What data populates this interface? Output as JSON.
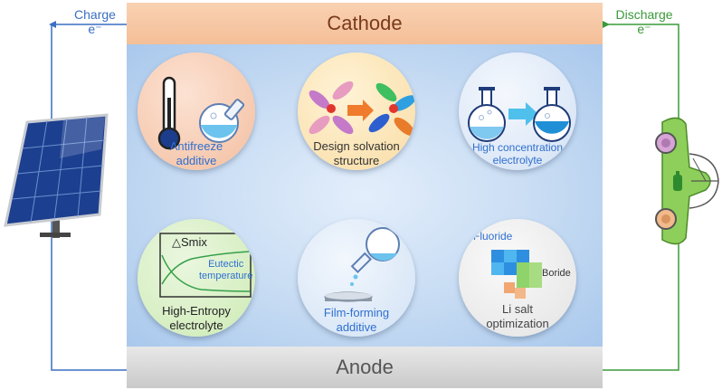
{
  "cathode_label": "Cathode",
  "anode_label": "Anode",
  "charge": {
    "label": "Charge",
    "electron": "e⁻",
    "color": "#3a6fc4"
  },
  "discharge": {
    "label": "Discharge",
    "electron": "e⁻",
    "color": "#3a9a3a"
  },
  "strategies": [
    {
      "lines": [
        "Antifreeze",
        "additive"
      ],
      "color": "#2f6fd0",
      "bg": "#f6cdb4"
    },
    {
      "lines": [
        "Design solvation",
        "structure"
      ],
      "color": "#333333",
      "bg": "#fbe6c0"
    },
    {
      "lines": [
        "High concentration",
        "electrolyte"
      ],
      "color": "#2f6fd0",
      "bg": "#dce7f6"
    },
    {
      "lines": [
        "High-Entropy",
        "electrolyte"
      ],
      "color": "#222222",
      "bg": "#d9efc4"
    },
    {
      "lines": [
        "Film-forming",
        "additive"
      ],
      "color": "#2f6fd0",
      "bg": "#dbe8f7"
    },
    {
      "lines": [
        "Li salt",
        "optimization"
      ],
      "color": "#444444",
      "bg": "#eeeeee"
    }
  ],
  "entropy_plot": {
    "smix_label": "△Smix",
    "eutectic_line1": "Eutectic",
    "eutectic_line2": "temperature"
  },
  "salt_labels": {
    "fluoride": "Fluoride",
    "boride": "Boride"
  }
}
